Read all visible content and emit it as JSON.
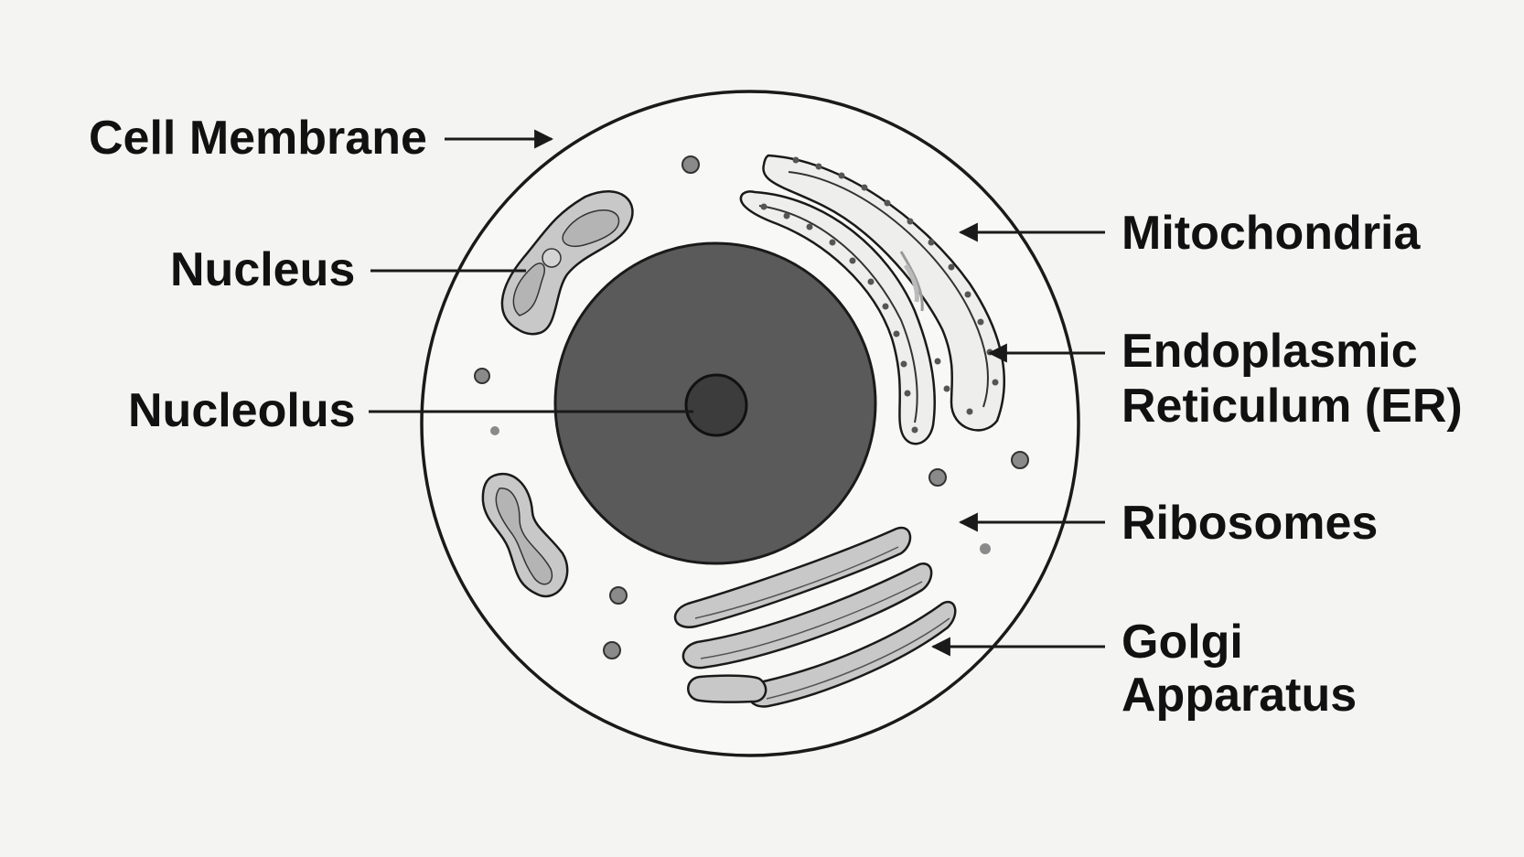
{
  "labels": {
    "cell_membrane": "Cell Membrane",
    "nucleus": "Nucleus",
    "nucleolus": "Nucleolus",
    "mitochondria": "Mitochondria",
    "er_line1": "Endoplasmic",
    "er_line2": "Reticulum (ER)",
    "ribosomes": "Ribosomes",
    "golgi_line1": "Golgi",
    "golgi_line2": "Apparatus"
  },
  "colors": {
    "background": "#f4f4f2",
    "outline": "#1a1a1a",
    "nucleus_fill": "#5a5a5a",
    "nucleolus_fill": "#3c3c3c",
    "organelle_fill": "#c8c8c8",
    "organelle_inner": "#b4b4b4",
    "ribosome_fill": "#8a8a8a"
  }
}
